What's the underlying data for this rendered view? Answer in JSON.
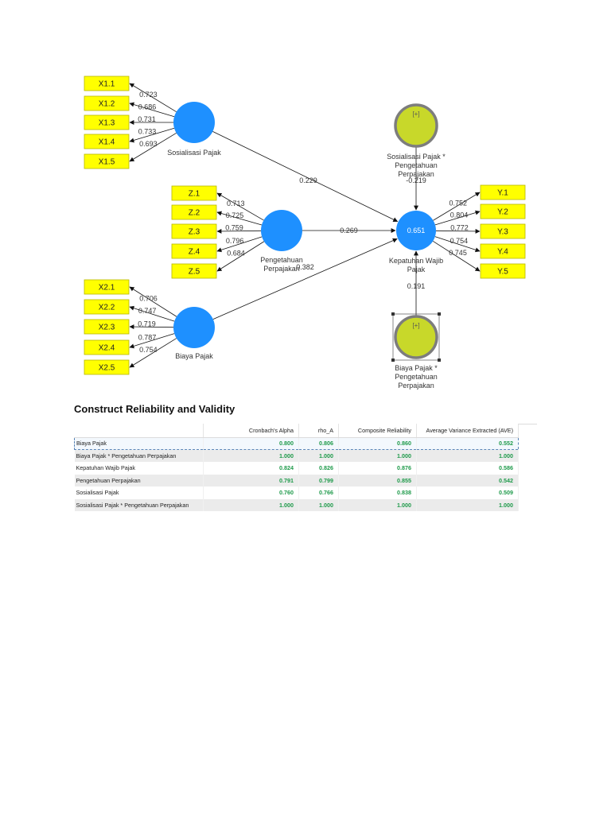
{
  "diagram": {
    "constructs": [
      {
        "id": "sos",
        "label": [
          "Sosialisasi Pajak"
        ],
        "color": "#1e90ff",
        "indicators": [
          "X1.1",
          "X1.2",
          "X1.3",
          "X1.4",
          "X1.5"
        ],
        "loadings": [
          "0.723",
          "0.686",
          "0.731",
          "0.733",
          "0.693"
        ]
      },
      {
        "id": "peng",
        "label": [
          "Pengetahuan",
          "Perpajakan"
        ],
        "color": "#1e90ff",
        "indicators": [
          "Z.1",
          "Z.2",
          "Z.3",
          "Z.4",
          "Z.5"
        ],
        "loadings": [
          "0.713",
          "0.725",
          "0.759",
          "0.796",
          "0.684"
        ]
      },
      {
        "id": "bia",
        "label": [
          "Biaya Pajak"
        ],
        "color": "#1e90ff",
        "indicators": [
          "X2.1",
          "X2.2",
          "X2.3",
          "X2.4",
          "X2.5"
        ],
        "loadings": [
          "0.706",
          "0.747",
          "0.719",
          "0.787",
          "0.754"
        ]
      },
      {
        "id": "kep",
        "label": [
          "Kepatuhan Wajib",
          "Pajak"
        ],
        "r2": "0.651",
        "color": "#1e90ff",
        "indicators": [
          "Y.1",
          "Y.2",
          "Y.3",
          "Y.4",
          "Y.5"
        ],
        "loadings": [
          "0.752",
          "0.804",
          "0.772",
          "0.754",
          "0.745"
        ]
      },
      {
        "id": "mod1",
        "label": [
          "Sosialisasi Pajak *",
          "Pengetahuan",
          "Perpajakan"
        ],
        "color": "#c8d82a",
        "plus": "[+]"
      },
      {
        "id": "mod2",
        "label": [
          "Biaya Pajak *",
          "Pengetahuan",
          "Perpajakan"
        ],
        "color": "#c8d82a",
        "plus": "[+]"
      }
    ],
    "paths": [
      {
        "from": "sos",
        "to": "kep",
        "coef": "0.229"
      },
      {
        "from": "peng",
        "to": "kep",
        "coef": "0.269"
      },
      {
        "from": "bia",
        "to": "kep",
        "coef": "0.382"
      },
      {
        "from": "mod1",
        "to": "kep",
        "coef": "-0.219"
      },
      {
        "from": "mod2",
        "to": "kep",
        "coef": "0.191"
      }
    ],
    "indicator_color": "#ffff00"
  },
  "section_title": "Construct Reliability and Validity",
  "table": {
    "columns": [
      "",
      "Cronbach's Alpha",
      "rho_A",
      "Composite Reliability",
      "Average Variance Extracted (AVE)"
    ],
    "rows": [
      {
        "name": "Biaya Pajak",
        "values": [
          "0.800",
          "0.806",
          "0.860",
          "0.552"
        ]
      },
      {
        "name": "Biaya Pajak * Pengetahuan Perpajakan",
        "values": [
          "1.000",
          "1.000",
          "1.000",
          "1.000"
        ]
      },
      {
        "name": "Kepatuhan Wajib Pajak",
        "values": [
          "0.824",
          "0.826",
          "0.876",
          "0.586"
        ]
      },
      {
        "name": "Pengetahuan Perpajakan",
        "values": [
          "0.791",
          "0.799",
          "0.855",
          "0.542"
        ]
      },
      {
        "name": "Sosialisasi Pajak",
        "values": [
          "0.760",
          "0.766",
          "0.838",
          "0.509"
        ]
      },
      {
        "name": "Sosialisasi Pajak * Pengetahuan Perpajakan",
        "values": [
          "1.000",
          "1.000",
          "1.000",
          "1.000"
        ]
      }
    ],
    "selected_row": 0
  }
}
